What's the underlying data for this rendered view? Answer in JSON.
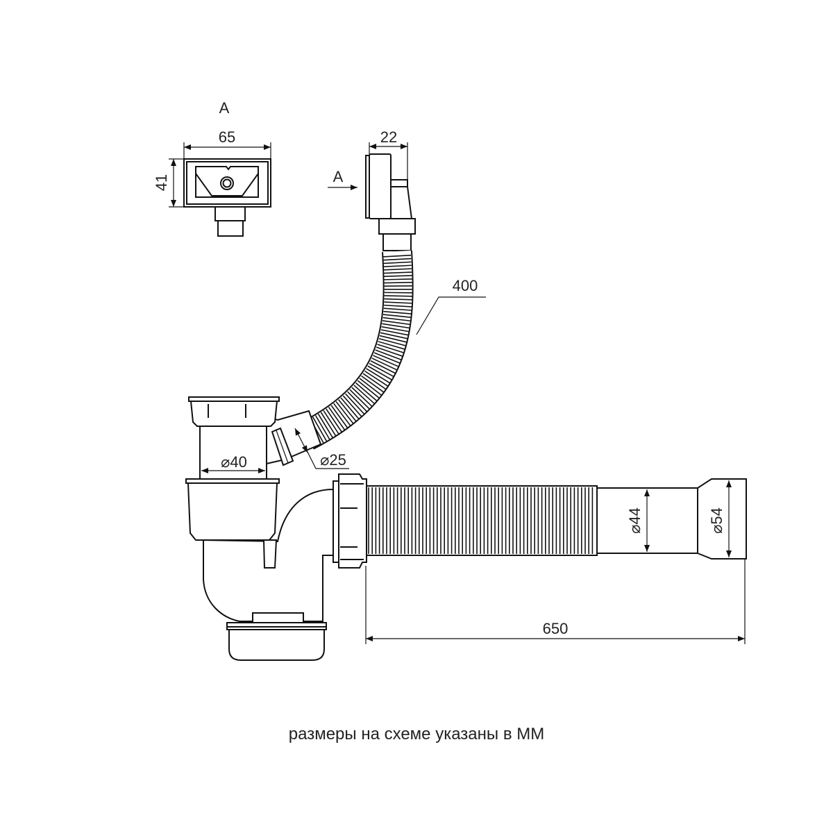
{
  "view_a": {
    "title": "A",
    "width": "65",
    "height": "41"
  },
  "side_view": {
    "width": "22",
    "arrow_label": "A"
  },
  "hose_upper": {
    "length": "400"
  },
  "trap": {
    "inlet_diameter": "⌀40",
    "overflow_diameter": "⌀25"
  },
  "hose_lower": {
    "inner_diameter": "⌀44",
    "outer_diameter": "⌀54",
    "length": "650"
  },
  "caption": "размеры на схеме указаны в ММ",
  "colors": {
    "line": "#111111",
    "background": "#ffffff"
  }
}
